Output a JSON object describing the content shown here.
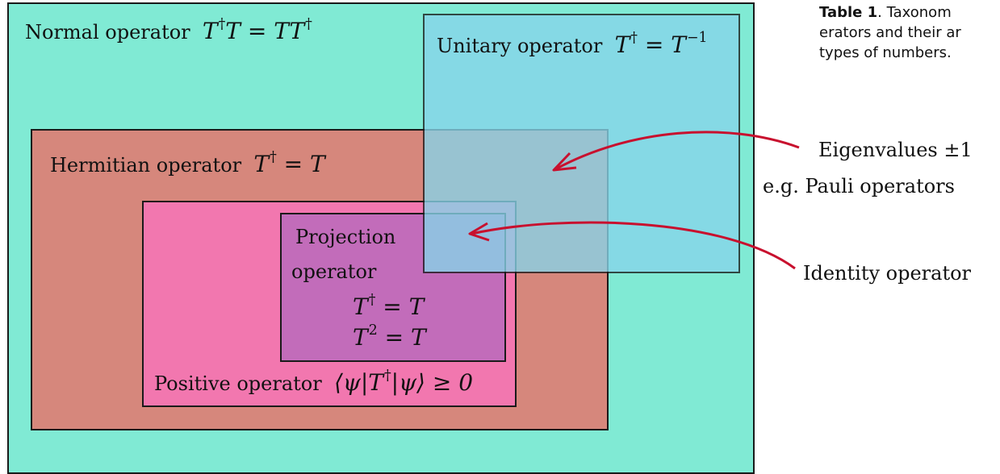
{
  "colors": {
    "normal": "#80EAD4",
    "hermitian": "#D6877C",
    "positive": "#F277AF",
    "projection": "#C26CBA",
    "unitary": "#87D5EA",
    "arrow": "#C8102E"
  },
  "normal": {
    "label": "Normal operator",
    "eq_lhs": "T",
    "eq_mid": "T",
    "eq_eq": "=",
    "eq_rhs": "TT",
    "dagger": "†"
  },
  "unitary": {
    "label": "Unitary operator",
    "eq_lhs": "T",
    "eq_eq": "=",
    "eq_rhs": "T",
    "inv": "−1",
    "dagger": "†"
  },
  "hermitian": {
    "label": "Hermitian operator",
    "eq_lhs": "T",
    "eq_eq": "=",
    "eq_rhs": "T",
    "dagger": "†"
  },
  "projection": {
    "label_line1": "Projection",
    "label_line2": "operator",
    "eq1_lhs": "T",
    "eq1_eq": "=",
    "eq1_rhs": "T",
    "dagger": "†",
    "eq2_lhs": "T",
    "eq2_exp": "2",
    "eq2_eq": "=",
    "eq2_rhs": "T"
  },
  "positive": {
    "label": "Positive operator",
    "expr_open": "⟨ψ|T",
    "dagger": "†",
    "expr_close": "|ψ⟩ ≥ 0"
  },
  "annotations": {
    "eigen": "Eigenvalues ±1",
    "pauli": "e.g. Pauli operators",
    "identity": "Identity operator"
  },
  "caption": {
    "bold": "Table 1",
    "line1_rest": ". Taxonom",
    "line2": "erators and their ar",
    "line3": "types of numbers."
  }
}
